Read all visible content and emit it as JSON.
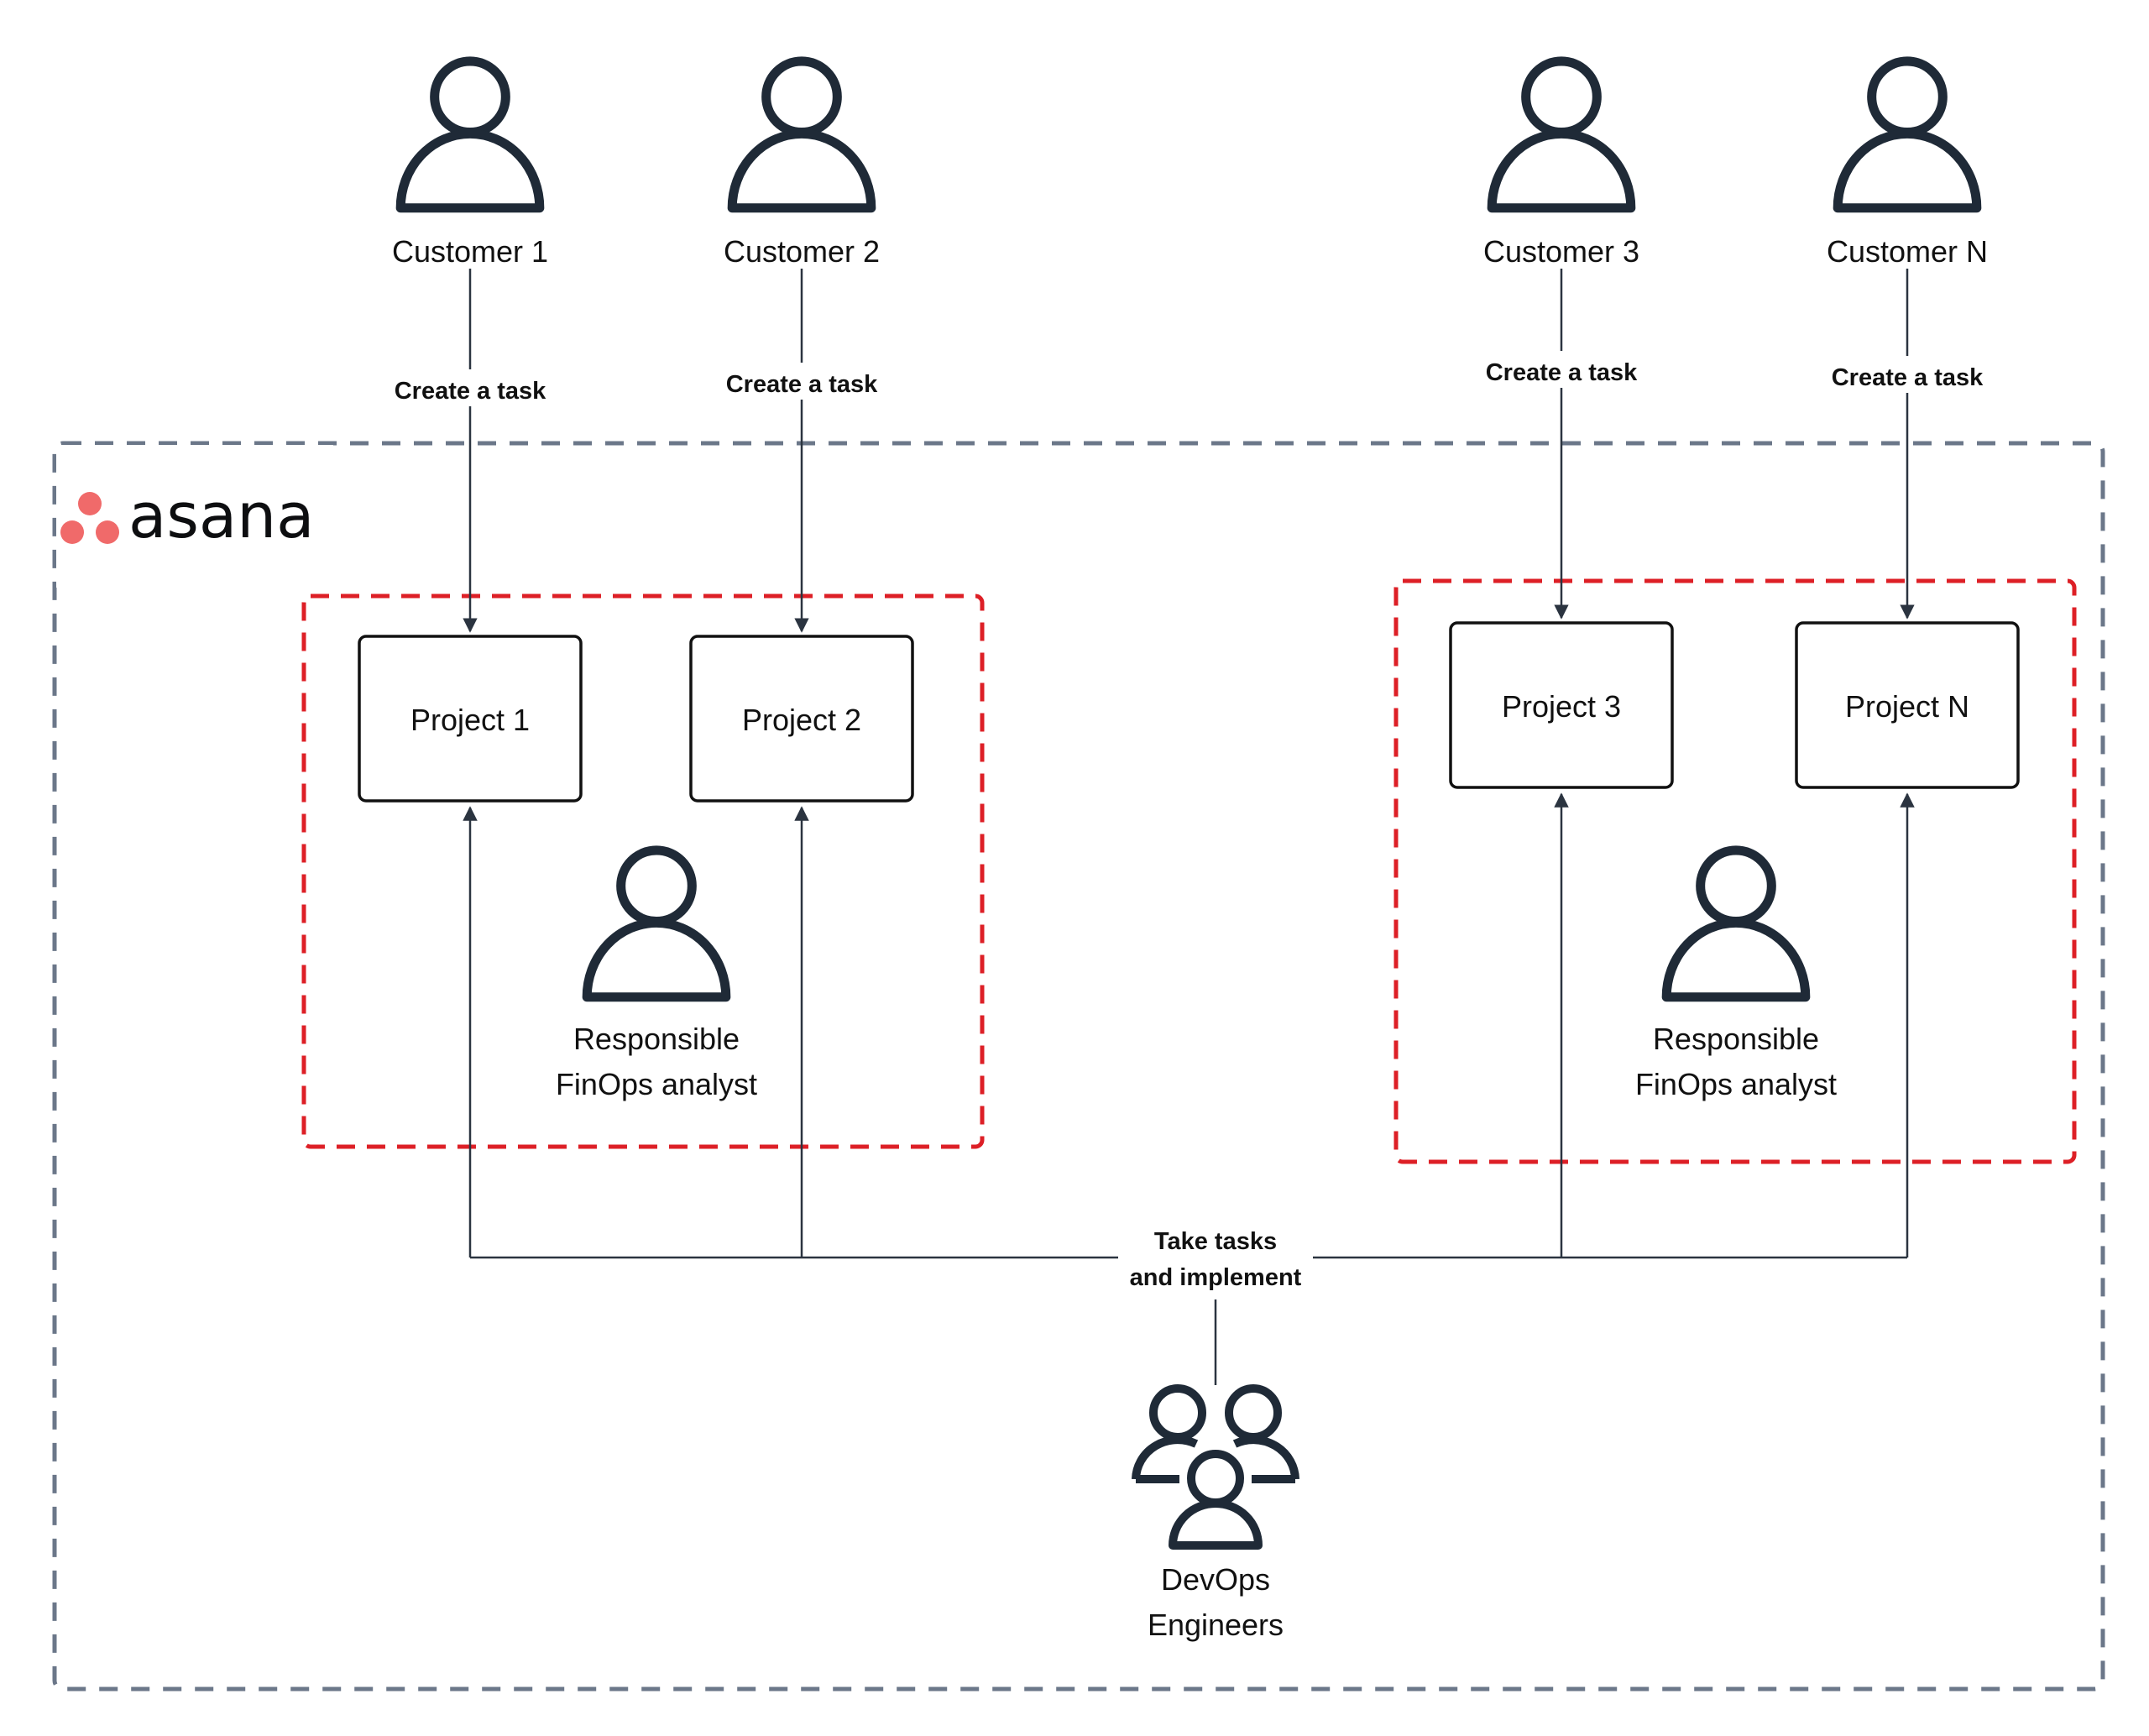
{
  "colors": {
    "ink": "#1f2a37",
    "outer_border": "#6b7789",
    "group_border": "#dd1f26",
    "brand_dot": "#f06a6a",
    "box_stroke": "#111111"
  },
  "brand": {
    "name": "asana"
  },
  "customers": [
    {
      "label": "Customer 1",
      "edge_label": "Create a task",
      "project": "Project 1"
    },
    {
      "label": "Customer 2",
      "edge_label": "Create a task",
      "project": "Project 2"
    },
    {
      "label": "Customer 3",
      "edge_label": "Create a task",
      "project": "Project 3"
    },
    {
      "label": "Customer N",
      "edge_label": "Create a task",
      "project": "Project N"
    }
  ],
  "groups": [
    {
      "analyst_label_line1": "Responsible",
      "analyst_label_line2": "FinOps analyst"
    },
    {
      "analyst_label_line1": "Responsible",
      "analyst_label_line2": "FinOps analyst"
    }
  ],
  "devops": {
    "edge_label_line1": "Take tasks",
    "edge_label_line2": "and implement",
    "label_line1": "DevOps",
    "label_line2": "Engineers",
    "icon": "group-of-people-icon"
  }
}
